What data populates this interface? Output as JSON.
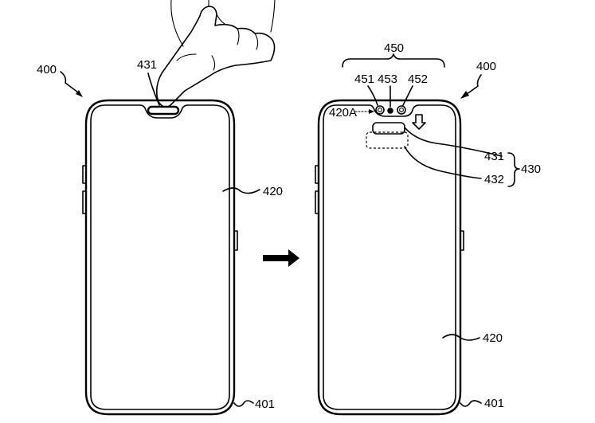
{
  "figure": {
    "labels": {
      "left_device_ref": "400",
      "left_sensor_ref": "431",
      "left_display_ref": "420",
      "left_housing_ref": "401",
      "right_device_ref": "400",
      "camera_group_ref": "450",
      "camera_first_ref": "451",
      "camera_center_ref": "453",
      "camera_second_ref": "452",
      "display_area_ref": "420A",
      "sensor_upper_ref": "431",
      "sensor_lower_ref": "432",
      "sensor_group_ref": "430",
      "right_display_ref": "420",
      "right_housing_ref": "401"
    },
    "icons": {
      "hand": "finger-pressing-icon",
      "transition": "right-arrow-icon",
      "slide_direction": "down-arrow-icon"
    },
    "colors": {
      "ink": "#000000",
      "paper": "#ffffff"
    }
  }
}
